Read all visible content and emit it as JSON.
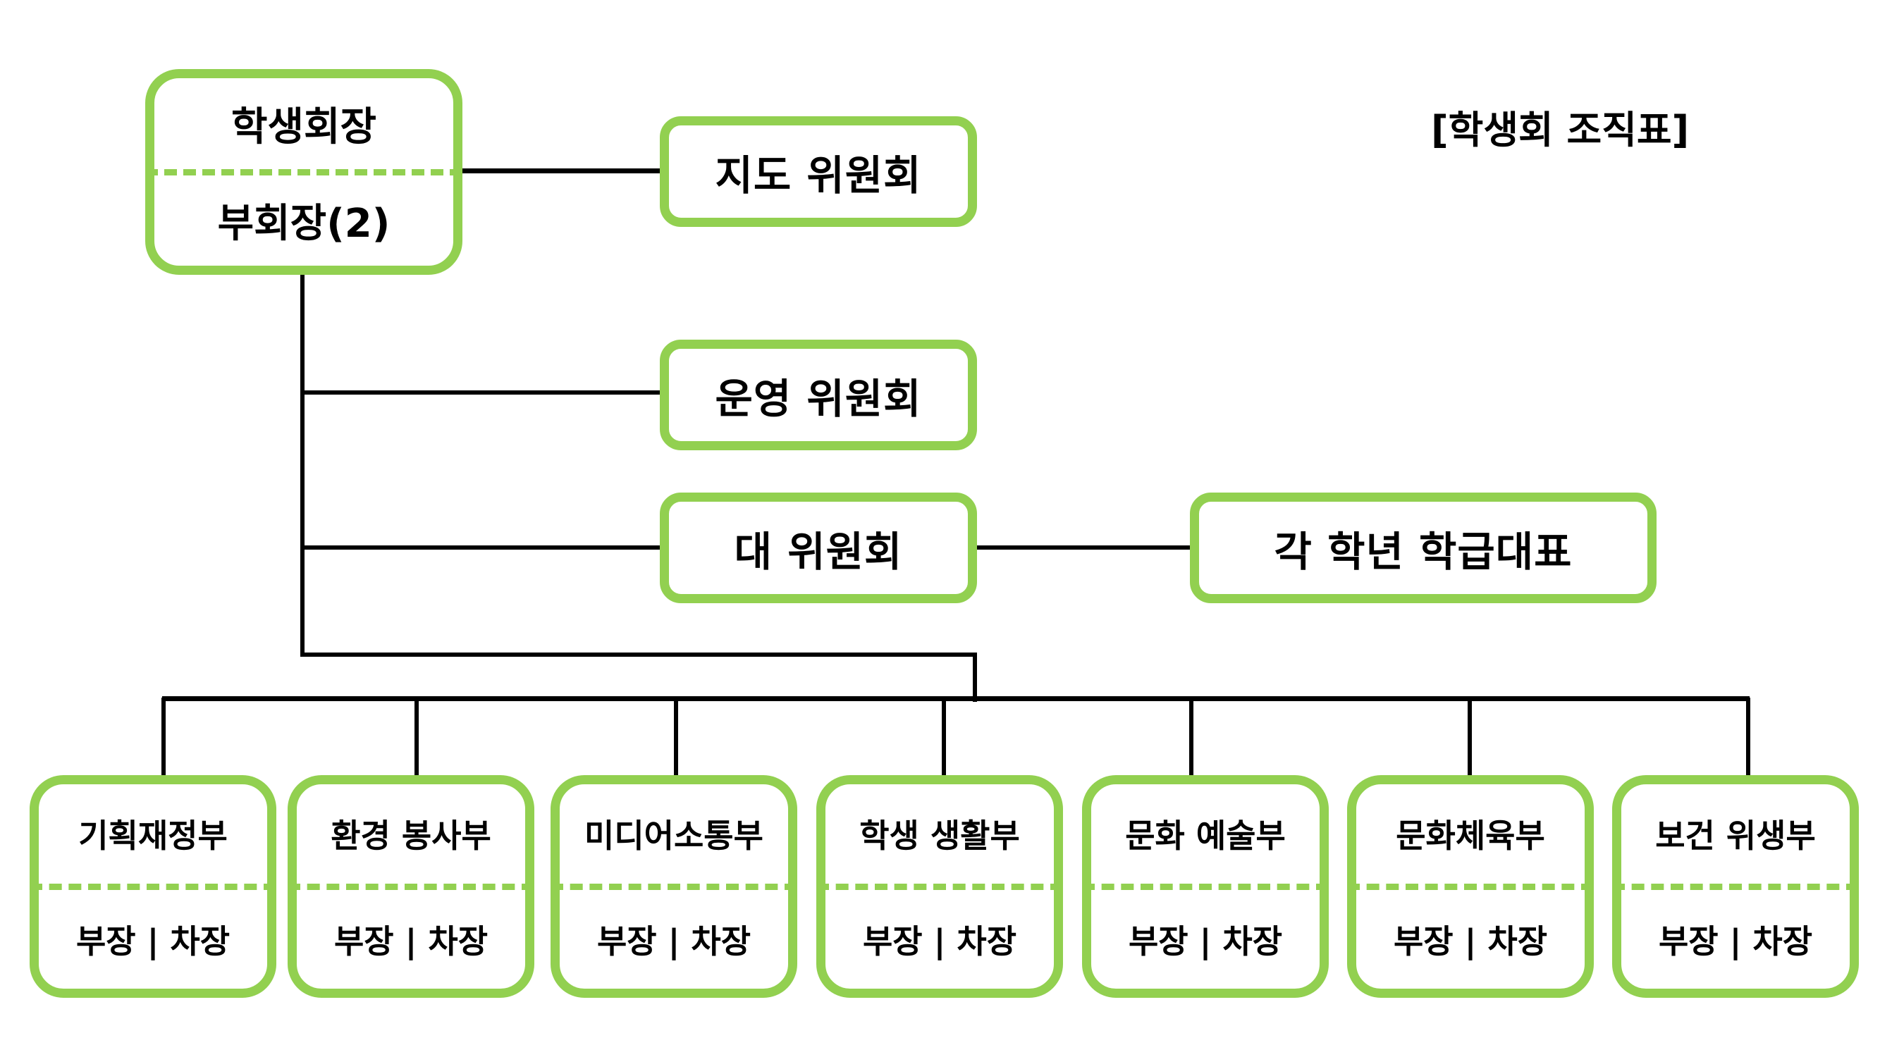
{
  "title": "[학생회 조직표]",
  "colors": {
    "box_border": "#92d050",
    "line": "#000000",
    "text": "#000000"
  },
  "president": {
    "top": "학생회장",
    "bottom": "부회장(2)"
  },
  "committees": [
    {
      "label": "지도 위원회"
    },
    {
      "label": "운영 위원회"
    },
    {
      "label": "대 위원회"
    }
  ],
  "class_reps": {
    "label": "각 학년 학급대표"
  },
  "departments": [
    {
      "name": "기획재정부",
      "roles": "부장 | 차장"
    },
    {
      "name": "환경 봉사부",
      "roles": "부장 | 차장"
    },
    {
      "name": "미디어소통부",
      "roles": "부장 | 차장"
    },
    {
      "name": "학생 생활부",
      "roles": "부장 | 차장"
    },
    {
      "name": "문화 예술부",
      "roles": "부장 | 차장"
    },
    {
      "name": "문화체육부",
      "roles": "부장 | 차장"
    },
    {
      "name": "보건 위생부",
      "roles": "부장 | 차장"
    }
  ]
}
